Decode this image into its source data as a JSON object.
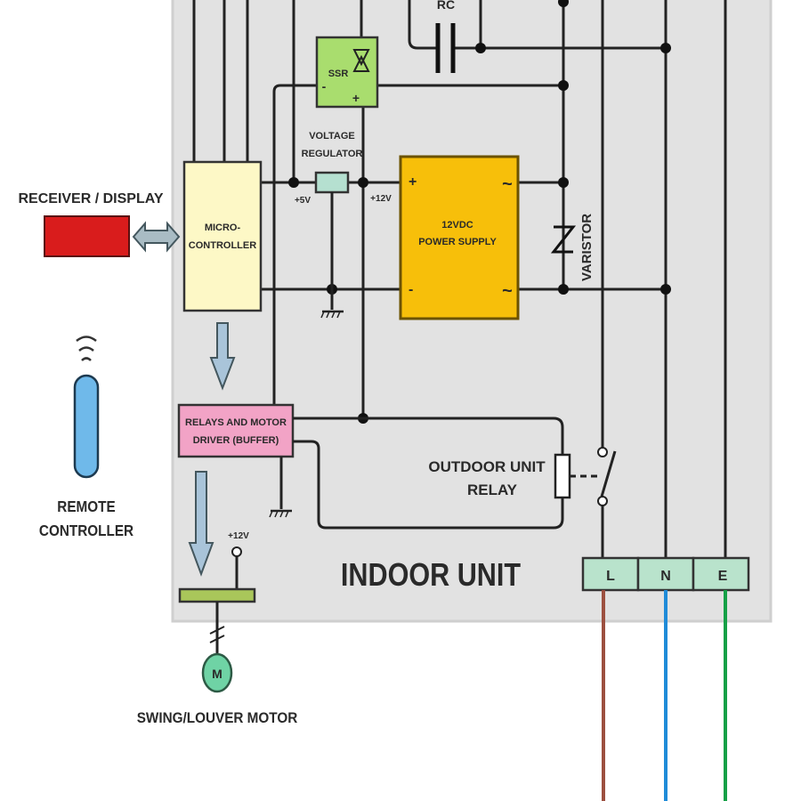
{
  "diagram": {
    "type": "block-circuit-diagram",
    "side_caption_partial": "",
    "enclosure": {
      "label": "INDOOR UNIT",
      "fill": "#e2e2e2"
    },
    "blocks": {
      "receiver_display": {
        "label": "RECEIVER / DISPLAY",
        "color": "#d91c1c"
      },
      "microcontroller": {
        "line1": "MICRO-",
        "line2": "CONTROLLER",
        "color": "#fdf8c6"
      },
      "ssr": {
        "label": "SSR",
        "minus": "-",
        "plus": "+",
        "color": "#a9dd6e"
      },
      "voltage_regulator": {
        "line1": "VOLTAGE",
        "line2": "REGULATOR",
        "color": "#b5e0d0"
      },
      "power_supply": {
        "line1": "12VDC",
        "line2": "POWER SUPPLY",
        "plus": "+",
        "minus": "-",
        "ac": "~",
        "color": "#f7bf0a"
      },
      "varistor": {
        "label": "VARISTOR"
      },
      "rc": {
        "label": "RC"
      },
      "relay_driver": {
        "line1": "RELAYS AND MOTOR",
        "line2": "DRIVER (BUFFER)",
        "color": "#f2a3c6"
      },
      "outdoor_relay": {
        "line1": "OUTDOOR UNIT",
        "line2": "RELAY"
      },
      "remote": {
        "line1": "REMOTE",
        "line2": "CONTROLLER",
        "color": "#6fb9ea"
      },
      "swing_motor": {
        "label": "SWING/LOUVER MOTOR",
        "symbol": "M",
        "color": "#6fd3a5"
      },
      "motor_driver_bar": {
        "color": "#a9c65a"
      }
    },
    "voltage_labels": {
      "plus5v": "+5V",
      "plus12v_reg": "+12V",
      "plus12v_motor": "+12V"
    },
    "terminal_block": {
      "color": "#b9e3cc",
      "terminals": [
        {
          "label": "L",
          "wire_color": "#9c5040"
        },
        {
          "label": "N",
          "wire_color": "#1f8bd8"
        },
        {
          "label": "E",
          "wire_color": "#15a046"
        }
      ]
    }
  }
}
